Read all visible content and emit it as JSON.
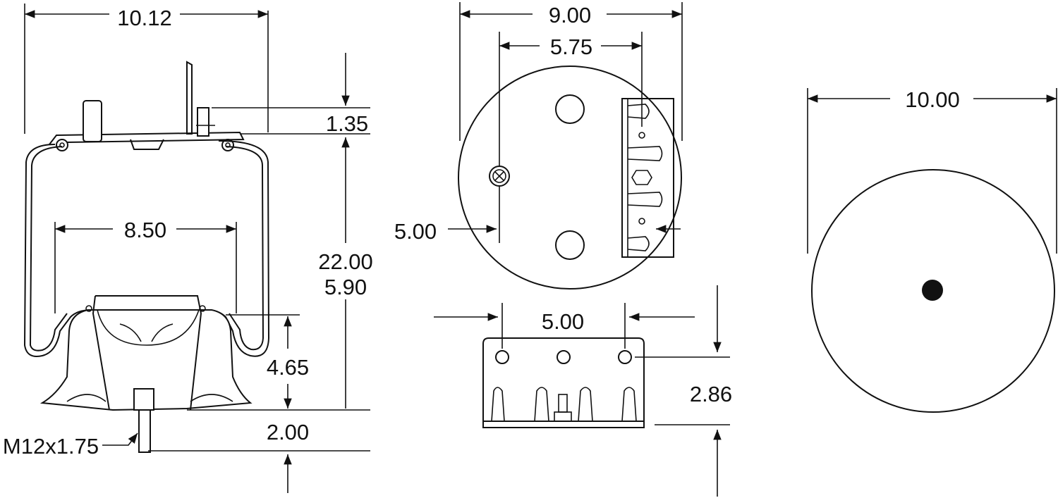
{
  "side_view": {
    "overall_width": "10.12",
    "plate_offset": "1.35",
    "piston_width": "8.50",
    "max_height": "22.00",
    "min_height": "5.90",
    "piston_height": "4.65",
    "stud_length": "2.00",
    "stud_thread": "M12x1.75"
  },
  "top_view": {
    "plate_diameter": "9.00",
    "stud_spacing": "5.75",
    "offset": "5.00"
  },
  "bracket_view": {
    "hole_spacing": "5.00",
    "hole_height": "2.86"
  },
  "bottom_view": {
    "piston_diameter": "10.00"
  },
  "colors": {
    "line": "#111111",
    "background": "#ffffff"
  }
}
